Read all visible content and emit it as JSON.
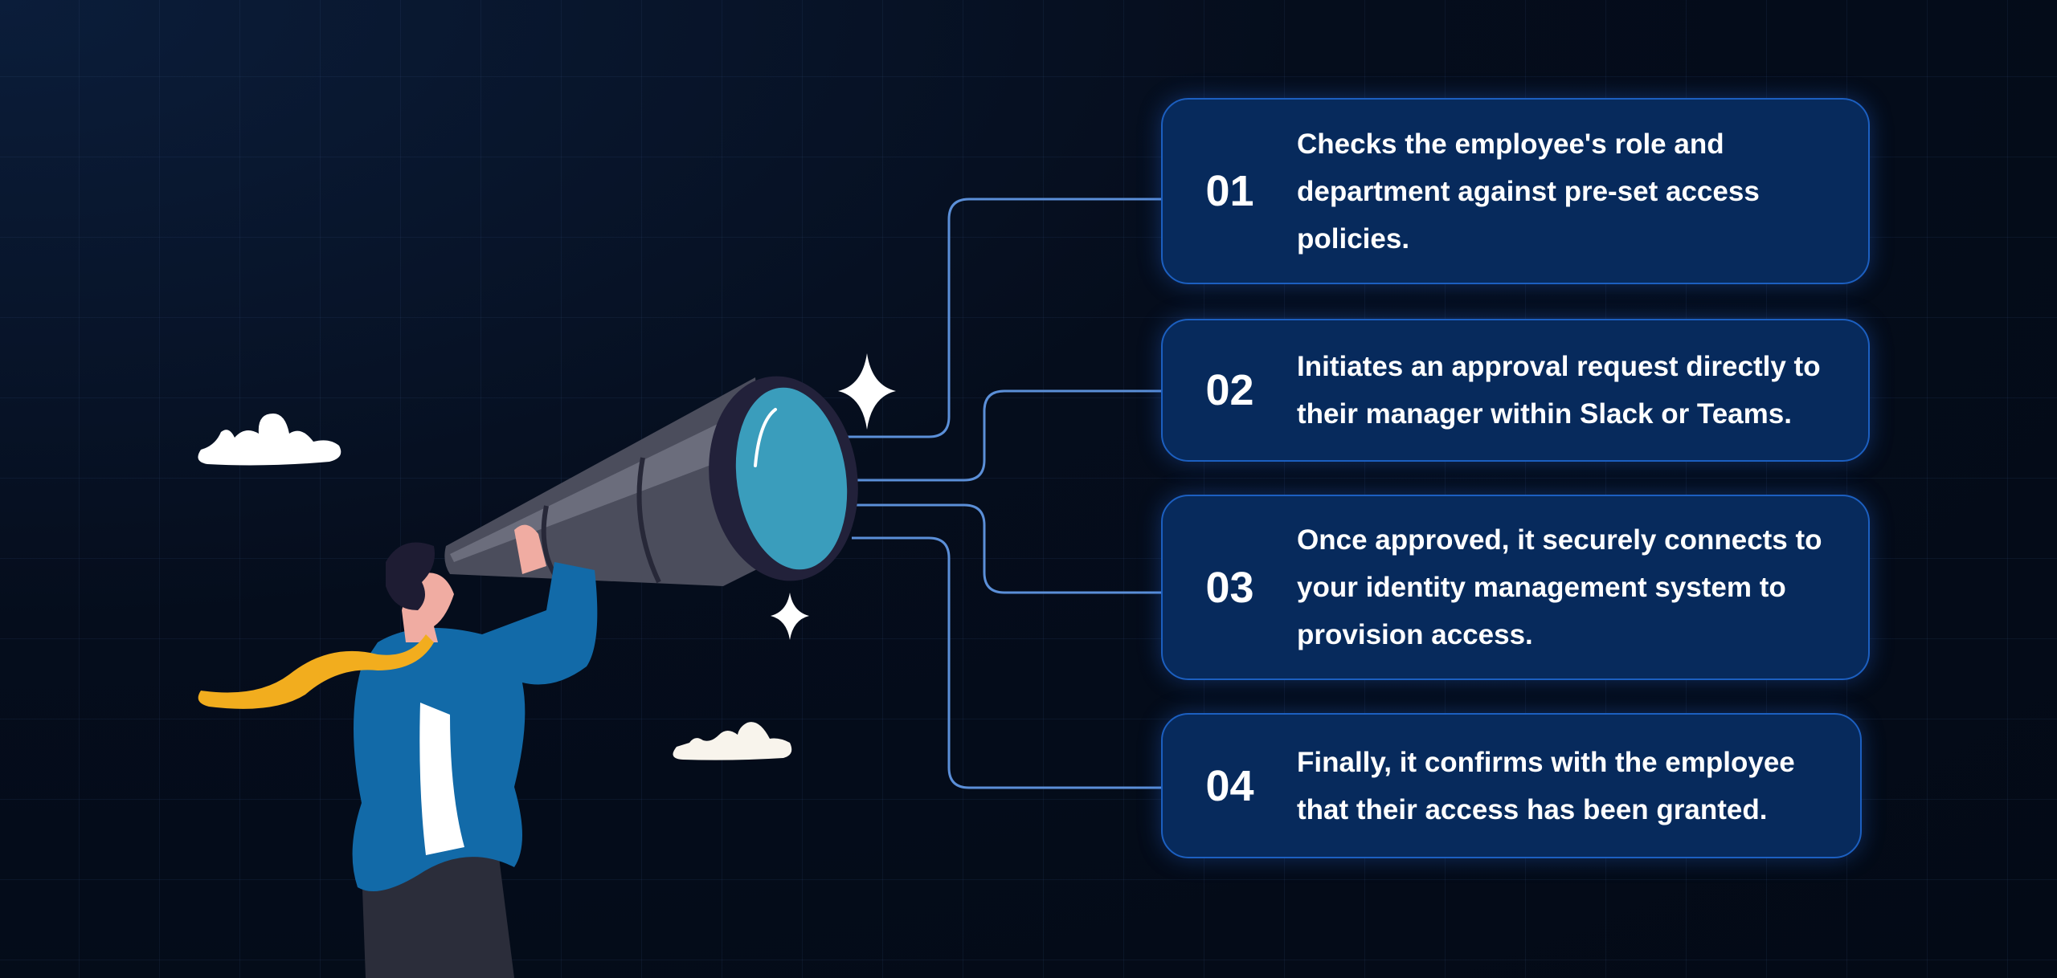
{
  "steps": [
    {
      "number": "01",
      "text": "Checks the employee's role and department against pre-set access policies."
    },
    {
      "number": "02",
      "text": "Initiates an approval request directly to their manager within Slack or Teams."
    },
    {
      "number": "03",
      "text": "Once approved, it securely connects to your identity management system to provision access."
    },
    {
      "number": "04",
      "text": "Finally, it confirms with the employee that their access has been granted."
    }
  ],
  "colors": {
    "card": "#072a5c",
    "card_border": "#1c5fc0",
    "connector": "#5b8fd8",
    "background": "#050d1c"
  }
}
